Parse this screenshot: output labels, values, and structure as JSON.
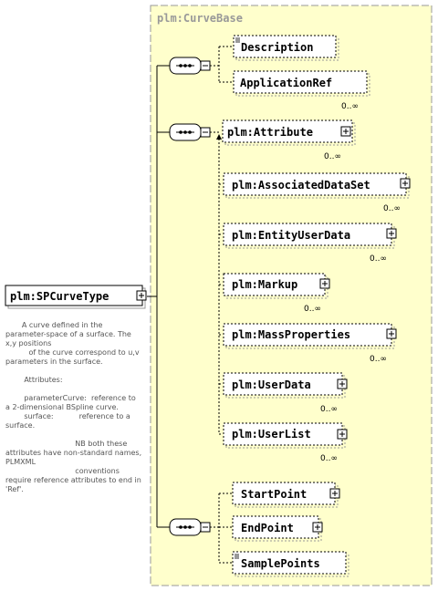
{
  "base_type": "plm:CurveBase",
  "root": {
    "name": "plm:SPCurveType"
  },
  "documentation": "       A curve defined in the parameter-space of a surface. The x,y positions\n          of the curve correspond to u,v parameters in the surface.\n\n        Attributes:\n\n        parameterCurve:  reference to a 2-dimensional BSpline curve.\n        surface:           reference to a surface.\n\n                              NB both these attributes have non-standard names, PLMXML\n                              conventions require reference attributes to end in 'Ref'.",
  "base_elements": [
    {
      "name": "Description",
      "occurrence": ""
    },
    {
      "name": "ApplicationRef",
      "occurrence": "0..∞"
    }
  ],
  "attribute_elements": [
    {
      "name": "plm:Attribute",
      "occurrence": "0..∞"
    },
    {
      "name": "plm:AssociatedDataSet",
      "occurrence": "0..∞"
    },
    {
      "name": "plm:EntityUserData",
      "occurrence": "0..∞"
    },
    {
      "name": "plm:Markup",
      "occurrence": "0..∞"
    },
    {
      "name": "plm:MassProperties",
      "occurrence": "0..∞"
    },
    {
      "name": "plm:UserData",
      "occurrence": "0..∞"
    },
    {
      "name": "plm:UserList",
      "occurrence": "0..∞"
    }
  ],
  "curve_elements": [
    {
      "name": "StartPoint"
    },
    {
      "name": "EndPoint"
    },
    {
      "name": "SamplePoints"
    }
  ],
  "colors": {
    "base_background": "#FFFFCC",
    "border_dashed": "#999999",
    "box_fill": "#FFFFFF",
    "line": "#000000",
    "doc_text": "#555555"
  }
}
